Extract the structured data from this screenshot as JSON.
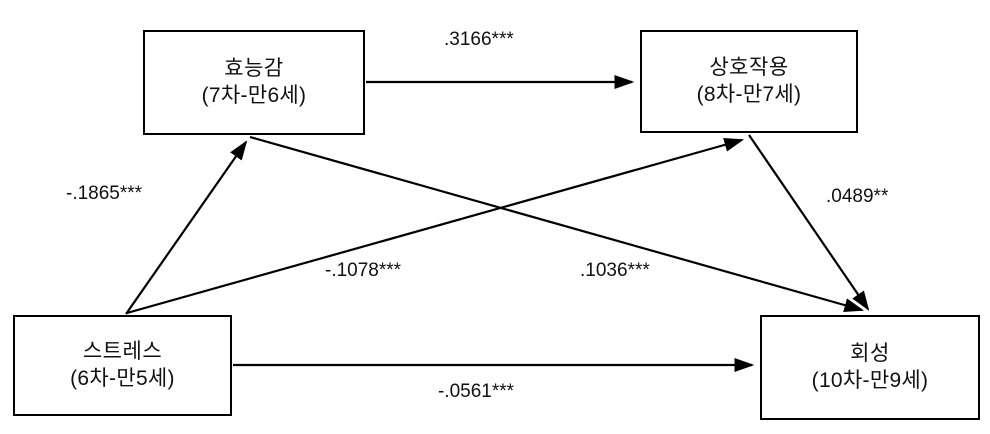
{
  "diagram": {
    "type": "path-model",
    "nodes": [
      {
        "id": "efficacy",
        "title": "효능감",
        "subtitle": "(7차-만6세)"
      },
      {
        "id": "interaction",
        "title": "상호작용",
        "subtitle": "(8차-만7세)"
      },
      {
        "id": "stress",
        "title": "스트레스",
        "subtitle": "(6차-만5세)"
      },
      {
        "id": "resilience",
        "title": "회성",
        "subtitle": "(10차-만9세)"
      }
    ],
    "edges": [
      {
        "id": "efficacy-interaction",
        "from": "efficacy",
        "to": "interaction",
        "label": ".3166***"
      },
      {
        "id": "stress-efficacy",
        "from": "stress",
        "to": "efficacy",
        "label": "-.1865***"
      },
      {
        "id": "interaction-resilience",
        "from": "interaction",
        "to": "resilience",
        "label": ".0489**"
      },
      {
        "id": "efficacy-resilience",
        "from": "efficacy",
        "to": "resilience",
        "label": "-.1078***"
      },
      {
        "id": "stress-interaction",
        "from": "stress",
        "to": "interaction",
        "label": ".1036***"
      },
      {
        "id": "stress-resilience",
        "from": "stress",
        "to": "resilience",
        "label": "-.0561***"
      }
    ],
    "colors": {
      "stroke": "#000000",
      "background": "#ffffff",
      "text": "#111111"
    }
  }
}
